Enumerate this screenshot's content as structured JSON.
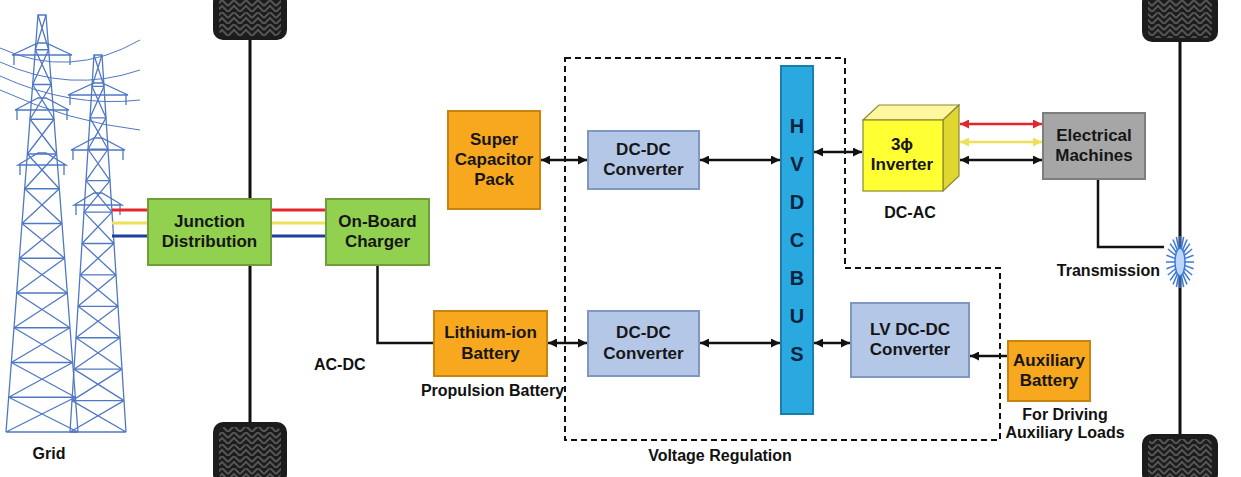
{
  "diagram": {
    "nodes": [
      {
        "text": [
          "Junction Distribution"
        ]
      },
      {
        "text": [
          "On-Board Charger"
        ]
      },
      {
        "text": [
          "Super Capacitor Pack"
        ]
      },
      {
        "text": [
          "DC-DC Converter"
        ]
      },
      {
        "text": [
          "HV DC BUS"
        ]
      },
      {
        "text": [
          "3ϕ Inverter"
        ]
      },
      {
        "text": [
          "Electrical Machines"
        ]
      },
      {
        "text": [
          "Lithium-ion Battery"
        ]
      },
      {
        "text": [
          "DC-DC Converter"
        ]
      },
      {
        "text": [
          "LV DC-DC Converter"
        ]
      },
      {
        "text": [
          "Auxiliary Battery"
        ]
      }
    ],
    "edges": [
      {
        "from": 0,
        "to": 1,
        "arrow": "none"
      },
      {
        "from": 1,
        "to": 7,
        "arrow": "none"
      },
      {
        "from": 2,
        "to": 3,
        "arrow": "both"
      },
      {
        "from": 3,
        "to": 4,
        "arrow": "both"
      },
      {
        "from": 4,
        "to": 5,
        "arrow": "both"
      },
      {
        "from": 5,
        "to": 6,
        "arrow": "both"
      },
      {
        "from": 7,
        "to": 8,
        "arrow": "both"
      },
      {
        "from": 8,
        "to": 4,
        "arrow": "both"
      },
      {
        "from": 4,
        "to": 9,
        "arrow": "both"
      },
      {
        "from": 10,
        "to": 9,
        "arrow": "to"
      }
    ],
    "labels": [
      "Grid",
      "AC-DC",
      "Propulsion Battery",
      "DC-AC",
      "Transmission",
      "Voltage Regulation",
      "For Driving Auxiliary Loads"
    ]
  }
}
